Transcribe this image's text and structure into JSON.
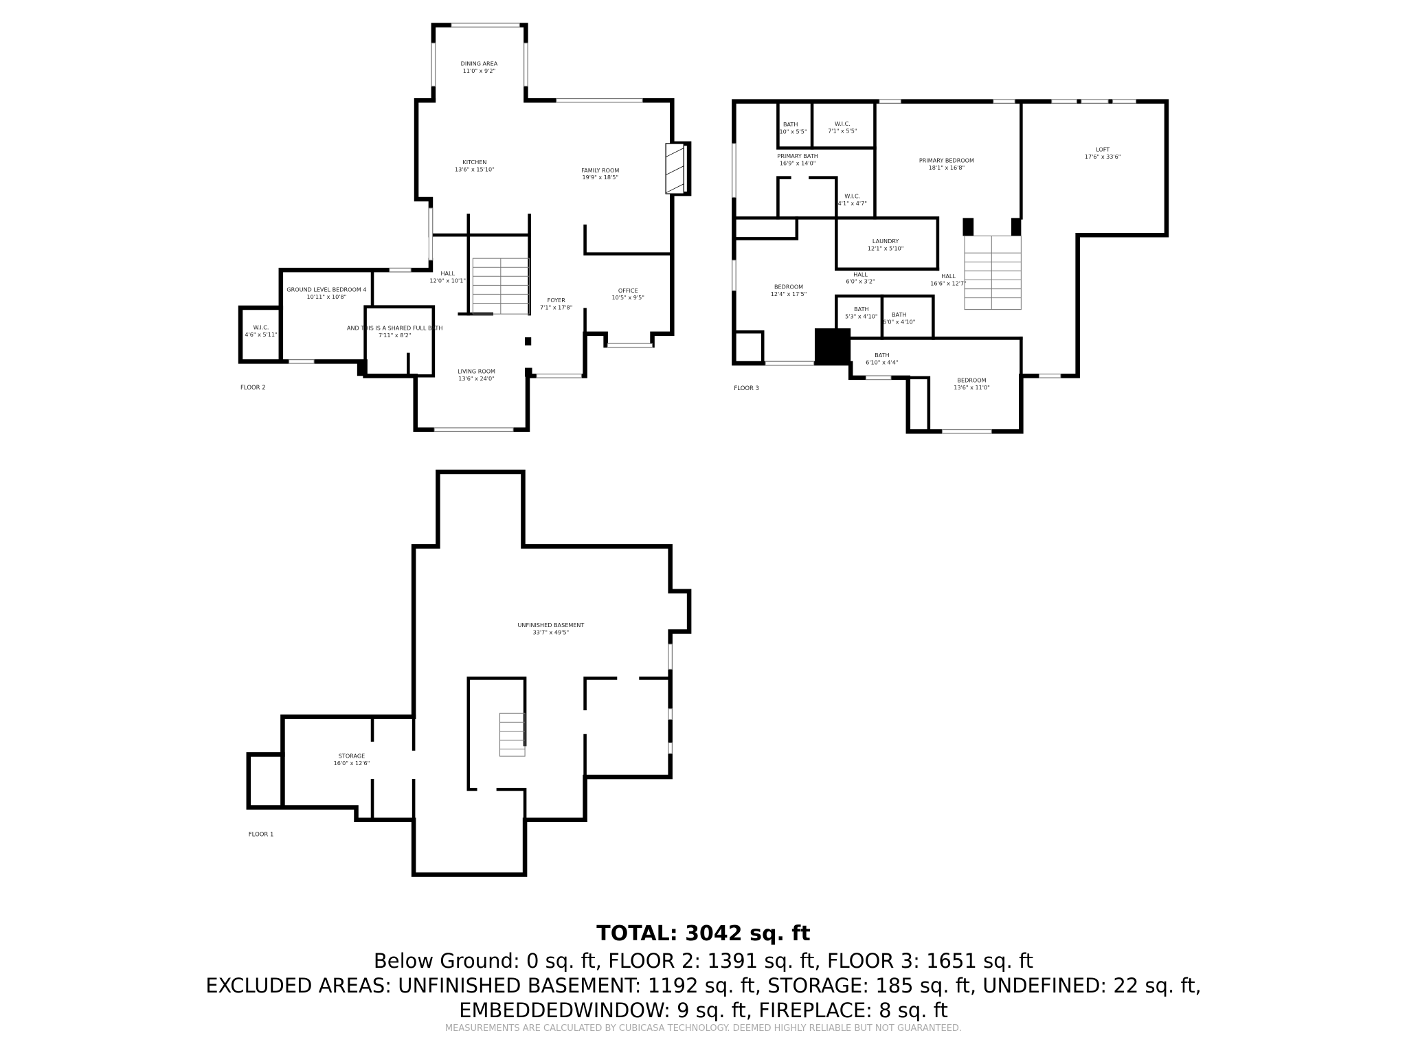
{
  "floors": [
    {
      "label": "FLOOR 2",
      "rooms": [
        {
          "name": "DINING AREA",
          "dims": "11'0\" x 9'2\""
        },
        {
          "name": "KITCHEN",
          "dims": "13'6\" x 15'10\""
        },
        {
          "name": "FAMILY ROOM",
          "dims": "19'9\" x 18'5\""
        },
        {
          "name": "HALL",
          "dims": "12'0\" x 10'1\""
        },
        {
          "name": "GROUND LEVEL BEDROOM 4",
          "dims": "10'11\" x 10'8\""
        },
        {
          "name": "W.I.C.",
          "dims": "4'6\" x 5'11\""
        },
        {
          "name": "AND THIS IS A SHARED FULL BATH",
          "dims": "7'11\" x 8'2\""
        },
        {
          "name": "FOYER",
          "dims": "7'1\" x 17'8\""
        },
        {
          "name": "OFFICE",
          "dims": "10'5\" x 9'5\""
        },
        {
          "name": "LIVING ROOM",
          "dims": "13'6\" x 24'0\""
        }
      ]
    },
    {
      "label": "FLOOR 3",
      "rooms": [
        {
          "name": "BATH",
          "dims": "10\" x 5'5\""
        },
        {
          "name": "W.I.C.",
          "dims": "7'1\" x 5'5\""
        },
        {
          "name": "PRIMARY BATH",
          "dims": "16'9\" x 14'0\""
        },
        {
          "name": "PRIMARY BEDROOM",
          "dims": "18'1\" x 16'8\""
        },
        {
          "name": "LOFT",
          "dims": "17'6\" x 33'6\""
        },
        {
          "name": "W.I.C.",
          "dims": "4'1\" x 4'7\""
        },
        {
          "name": "LAUNDRY",
          "dims": "12'1\" x 5'10\""
        },
        {
          "name": "BEDROOM",
          "dims": "12'4\" x 17'5\""
        },
        {
          "name": "HALL",
          "dims": "6'0\" x 3'2\""
        },
        {
          "name": "HALL",
          "dims": "16'6\" x 12'7\""
        },
        {
          "name": "BATH",
          "dims": "5'3\" x 4'10\""
        },
        {
          "name": "BATH",
          "dims": "6'0\" x 4'10\""
        },
        {
          "name": "BATH",
          "dims": "6'10\" x 4'4\""
        },
        {
          "name": "BEDROOM",
          "dims": "13'6\" x 11'0\""
        }
      ]
    },
    {
      "label": "FLOOR 1",
      "rooms": [
        {
          "name": "UNFINISHED BASEMENT",
          "dims": "33'7\" x 49'5\""
        },
        {
          "name": "STORAGE",
          "dims": "16'0\" x 12'6\""
        }
      ]
    }
  ],
  "summary": {
    "total": "TOTAL: 3042 sq. ft",
    "line1": "Below Ground: 0 sq. ft, FLOOR 2: 1391 sq. ft, FLOOR 3: 1651 sq. ft",
    "line2": "EXCLUDED AREAS: UNFINISHED BASEMENT: 1192 sq. ft, STORAGE: 185 sq. ft, UNDEFINED: 22 sq. ft,",
    "line3": "EMBEDDEDWINDOW: 9 sq. ft, FIREPLACE: 8 sq. ft",
    "disclaimer": "MEASUREMENTS ARE CALCULATED BY CUBICASA TECHNOLOGY. DEEMED HIGHLY RELIABLE BUT NOT GUARANTEED."
  },
  "colors": {
    "walls": "#000000",
    "text": "#222222",
    "disclaimer": "#aaaaaa"
  }
}
